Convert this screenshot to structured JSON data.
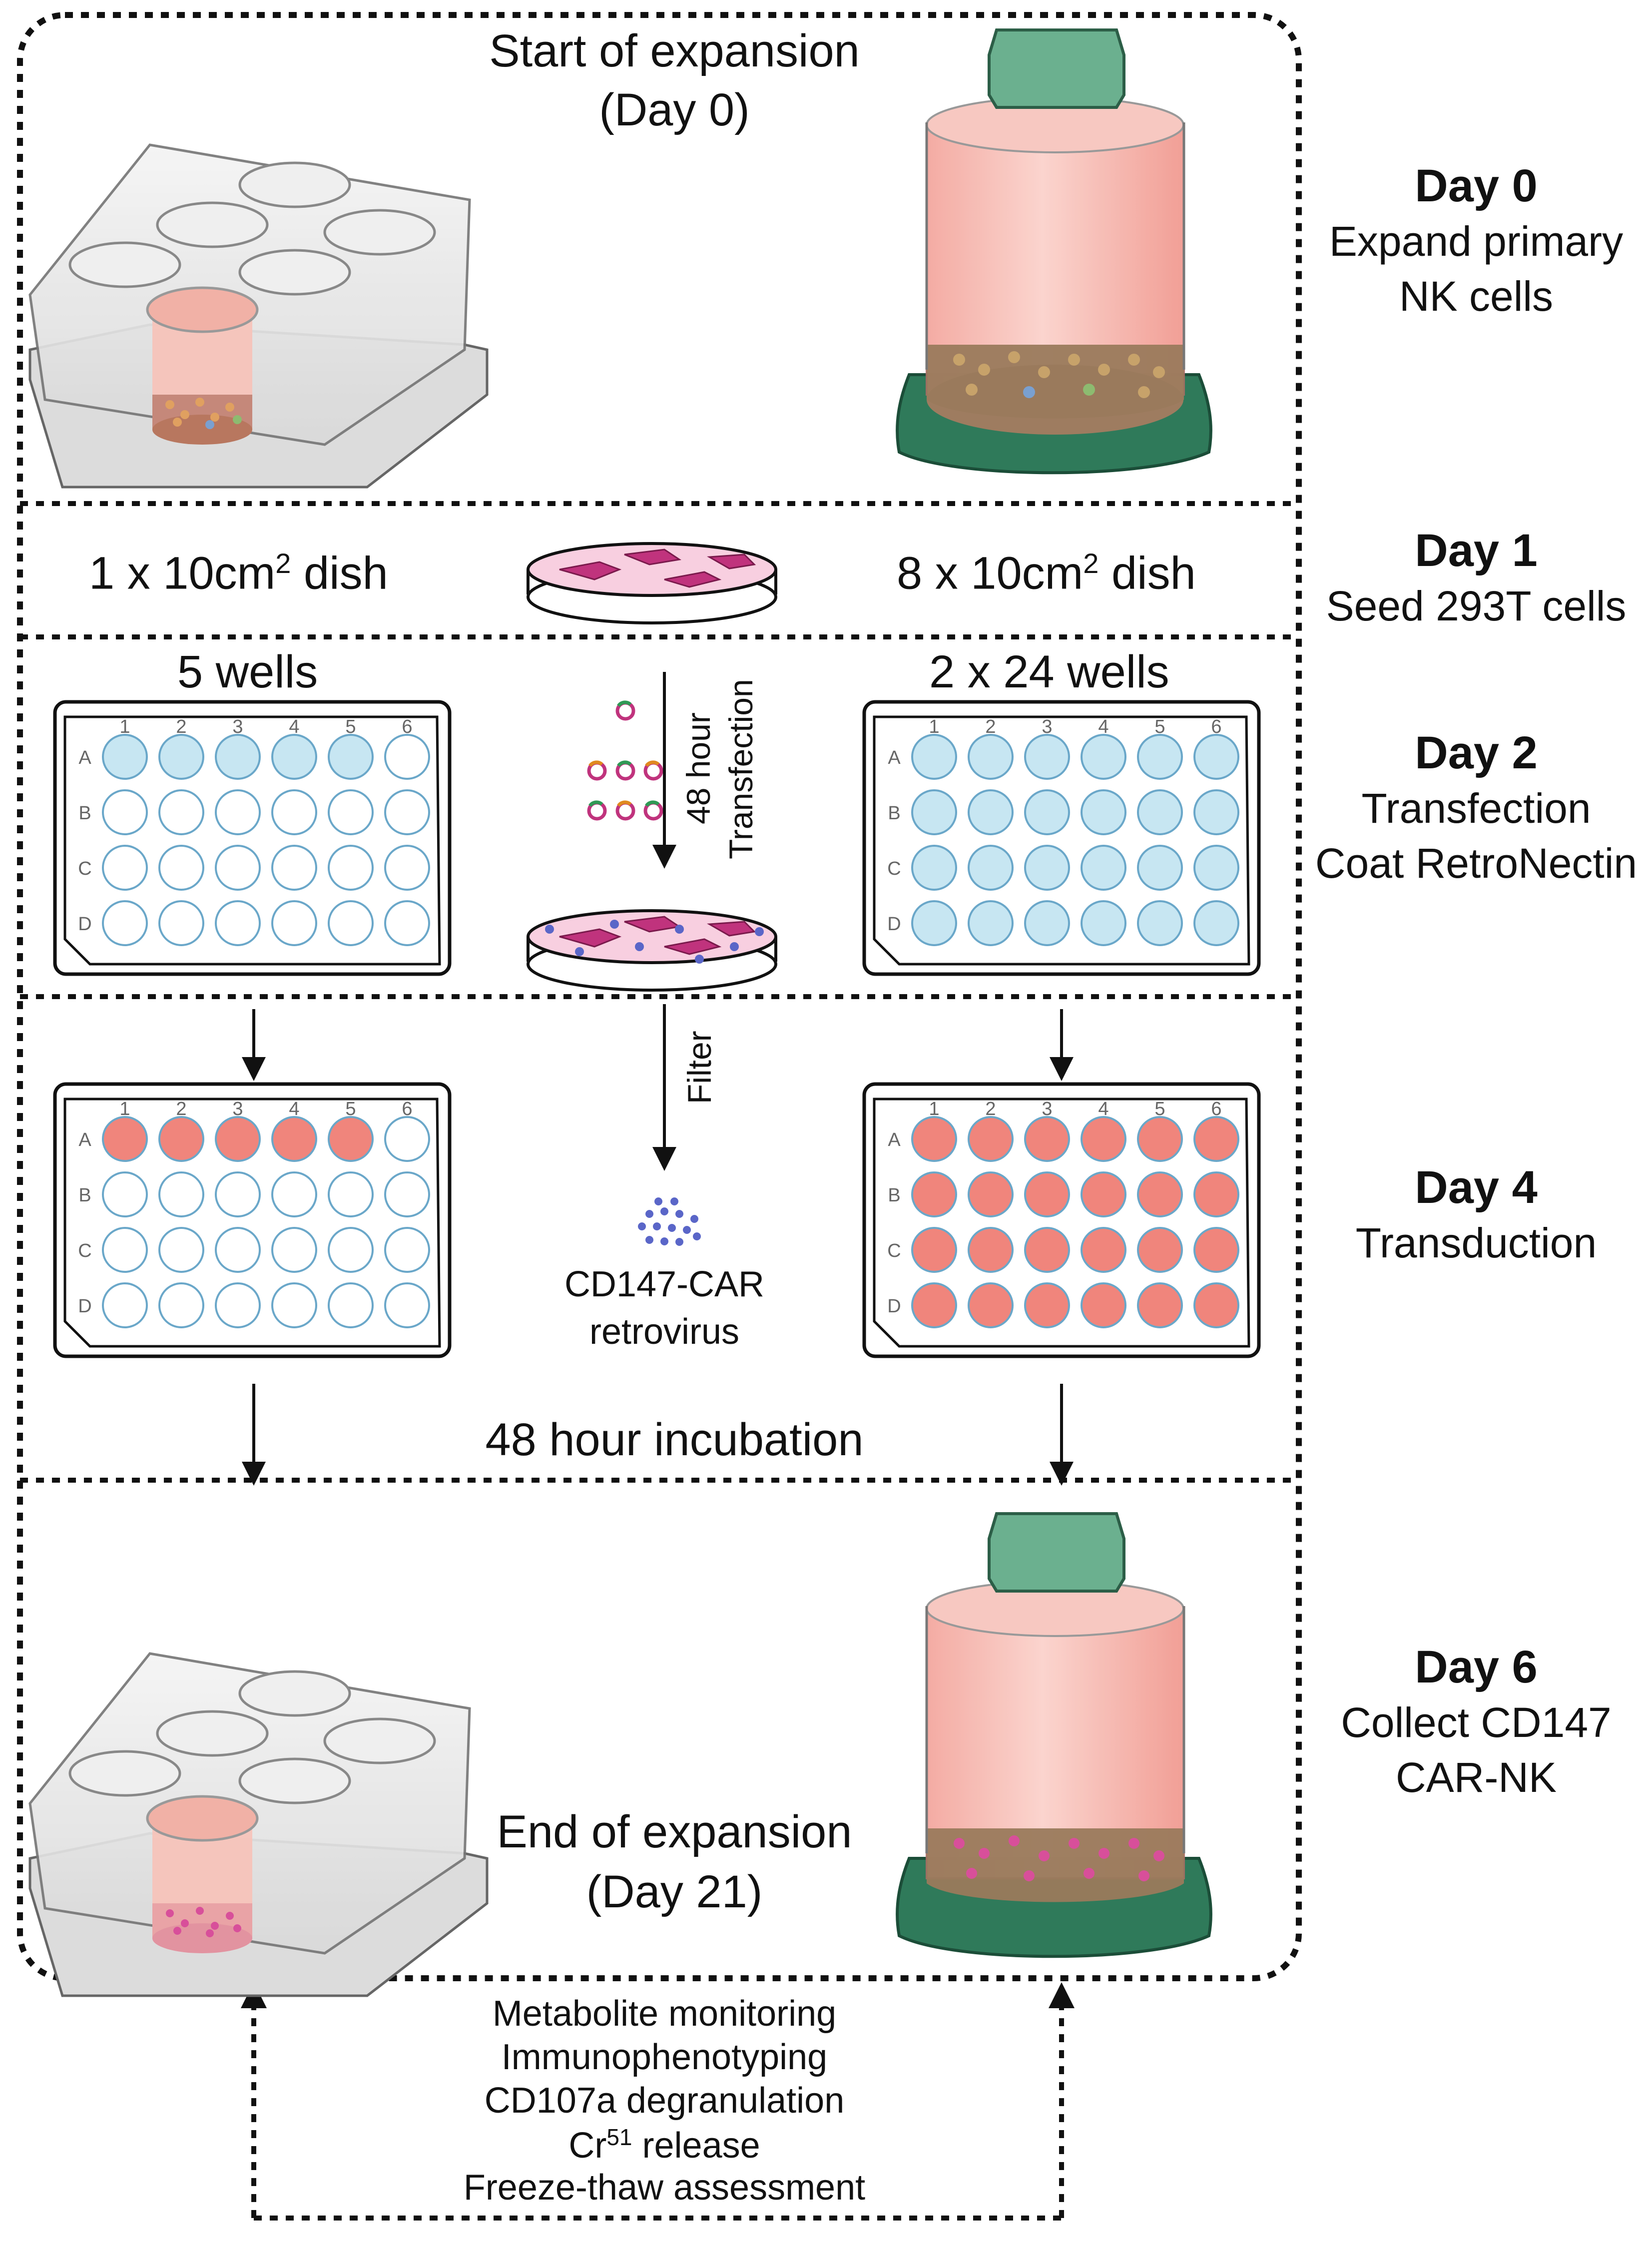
{
  "top_section": {
    "title_line1": "Start of expansion",
    "title_line2": "(Day 0)"
  },
  "steps": [
    {
      "day": "Day 0",
      "desc": [
        "Expand primary",
        "NK cells"
      ]
    },
    {
      "day": "Day 1",
      "desc": [
        "Seed 293T cells"
      ]
    },
    {
      "day": "Day 2",
      "desc": [
        "Transfection",
        "Coat RetroNectin"
      ]
    },
    {
      "day": "Day 4",
      "desc": [
        "Transduction"
      ]
    },
    {
      "day": "Day 6",
      "desc": [
        "Collect CD147",
        "CAR-NK"
      ]
    }
  ],
  "day1": {
    "left_dish": {
      "prefix": "1 x 10cm",
      "sup": "2",
      "suffix": " dish"
    },
    "right_dish": {
      "prefix": "8 x 10cm",
      "sup": "2",
      "suffix": " dish"
    }
  },
  "day2": {
    "left_label": "5 wells",
    "right_label": "2 x 24 wells",
    "arrow_label_line1": "48 hour",
    "arrow_label_line2": "Transfection"
  },
  "plate": {
    "columns": [
      "1",
      "2",
      "3",
      "4",
      "5",
      "6"
    ],
    "rows": [
      "A",
      "B",
      "C",
      "D"
    ]
  },
  "day4": {
    "filter_label": "Filter",
    "virus_line1": "CD147-CAR",
    "virus_line2": "retrovirus",
    "incubation": "48 hour incubation"
  },
  "bottom_section": {
    "title_line1": "End of expansion",
    "title_line2": "(Day 21)"
  },
  "assays": [
    {
      "text": "Metabolite monitoring"
    },
    {
      "text": "Immunophenotyping"
    },
    {
      "text": "CD107a degranulation"
    },
    {
      "text": "Cr",
      "sup": "51",
      "suffix": " release"
    },
    {
      "text": "Freeze-thaw assessment"
    }
  ],
  "colors": {
    "well_blue": "#c7e6f2",
    "well_red": "#f0857c",
    "well_border": "#6aa7c9",
    "flask_green": "#2f7a5a",
    "cap_green": "#6bb08f",
    "media_pink": "#f6b3aa",
    "cell_magenta": "#c0337d"
  }
}
